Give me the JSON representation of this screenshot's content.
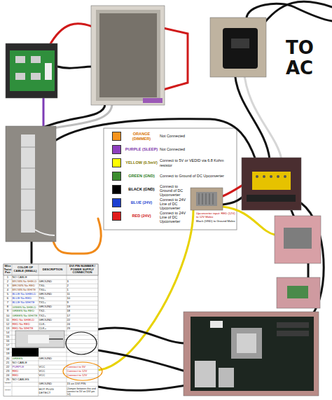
{
  "diagram": {
    "labels": [
      "TO AC",
      "Not Connected",
      "Not Connected",
      "Connect to 5V or VEDID via 6.8 Kohm resistor",
      "Connect to Ground of DC Upconverter",
      "Connect to Ground of DC Upconverter",
      "Connect to 24V Line of DC Upconverter",
      "Connect to 24V Line of DC Upconverter",
      "Upconverter input: RED (12V) to 12V Molex",
      "Black (GND) to Ground Molex",
      "Wire Twist Pair",
      "COLOR OF CABLE (SMALL)",
      "DESCRIPTION",
      "DVI PIN NUMBER / POWER SUPPLY CONNECTION",
      "1",
      "NO CABLE",
      "2",
      "BROWN No SHIELD",
      "GROUND",
      "3",
      "3",
      "BROWN No RED",
      "TX0-",
      "2",
      "4",
      "BROWN No WHITE",
      "TX0+",
      "1",
      "5",
      "BLUE No SHIELD",
      "GROUND",
      "11",
      "6",
      "BLUE No RED",
      "TX1-",
      "10",
      "7",
      "BLUE No WHITE",
      "TX1+",
      "9",
      "8",
      "GREEN No SHIELD",
      "GROUND",
      "19",
      "9",
      "GREEN No RED",
      "TX2-",
      "18",
      "10",
      "GREEN No WHITE",
      "TX2+",
      "17",
      "11",
      "RED No SHIELD",
      "GROUND",
      "22",
      "12",
      "RED No RED",
      "CLK-",
      "24",
      "13",
      "RED No WHITE",
      "CLK+",
      "23",
      "14",
      "15",
      "16",
      "17",
      "18",
      "19",
      "20",
      "GREEN",
      "GROUND",
      "21",
      "NO CABLE",
      "22",
      "PURPLE",
      "VCC",
      "Connect to 5V",
      "23",
      "RED",
      "VCC",
      "Connect to 12V",
      "24",
      "RED",
      "VCC",
      "Connect to 12V",
      "25",
      "NO CABLES",
      "*****",
      "GROUND",
      "15 on DVI PIN",
      "*****",
      "HOT PLUG DETECT",
      "(Jumper between this and connect to 5V on DVI pin 14)"
    ],
    "legend": [
      {
        "text": "ORANGE (DIMMER)",
        "color": "#f7941d"
      },
      {
        "text": "PURPLE (SLEEP)",
        "color": "#8e3fbf"
      },
      {
        "text": "YELLOW (0.5mV)",
        "color": "#ffff00"
      },
      {
        "text": "GREEN (GND)",
        "color": "#3c8d2f"
      },
      {
        "text": "BLACK (GND)",
        "color": "#000000"
      },
      {
        "text": "BLUE (24V)",
        "color": "#1c3fd1"
      },
      {
        "text": "RED (24V)",
        "color": "#e01b1b"
      }
    ]
  }
}
